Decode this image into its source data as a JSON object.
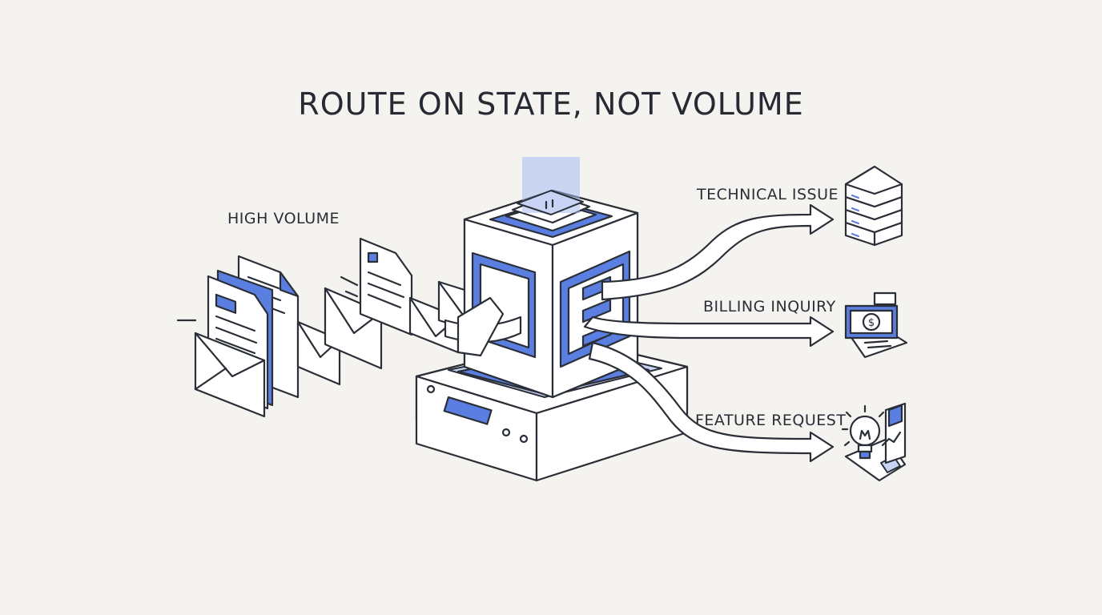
{
  "title": "ROUTE ON STATE, NOT VOLUME",
  "input": {
    "label": "HIGH VOLUME"
  },
  "routes": [
    {
      "label": "TECHNICAL ISSUE",
      "icon": "server-stack-icon"
    },
    {
      "label": "BILLING INQUIRY",
      "icon": "billing-cash-icon"
    },
    {
      "label": "FEATURE REQUEST",
      "icon": "lightbulb-idea-icon"
    }
  ],
  "colors": {
    "accent": "#5b7fe0",
    "accent_light": "#c8d4f6",
    "ink": "#2a2e37",
    "background": "#f4f3ef"
  }
}
